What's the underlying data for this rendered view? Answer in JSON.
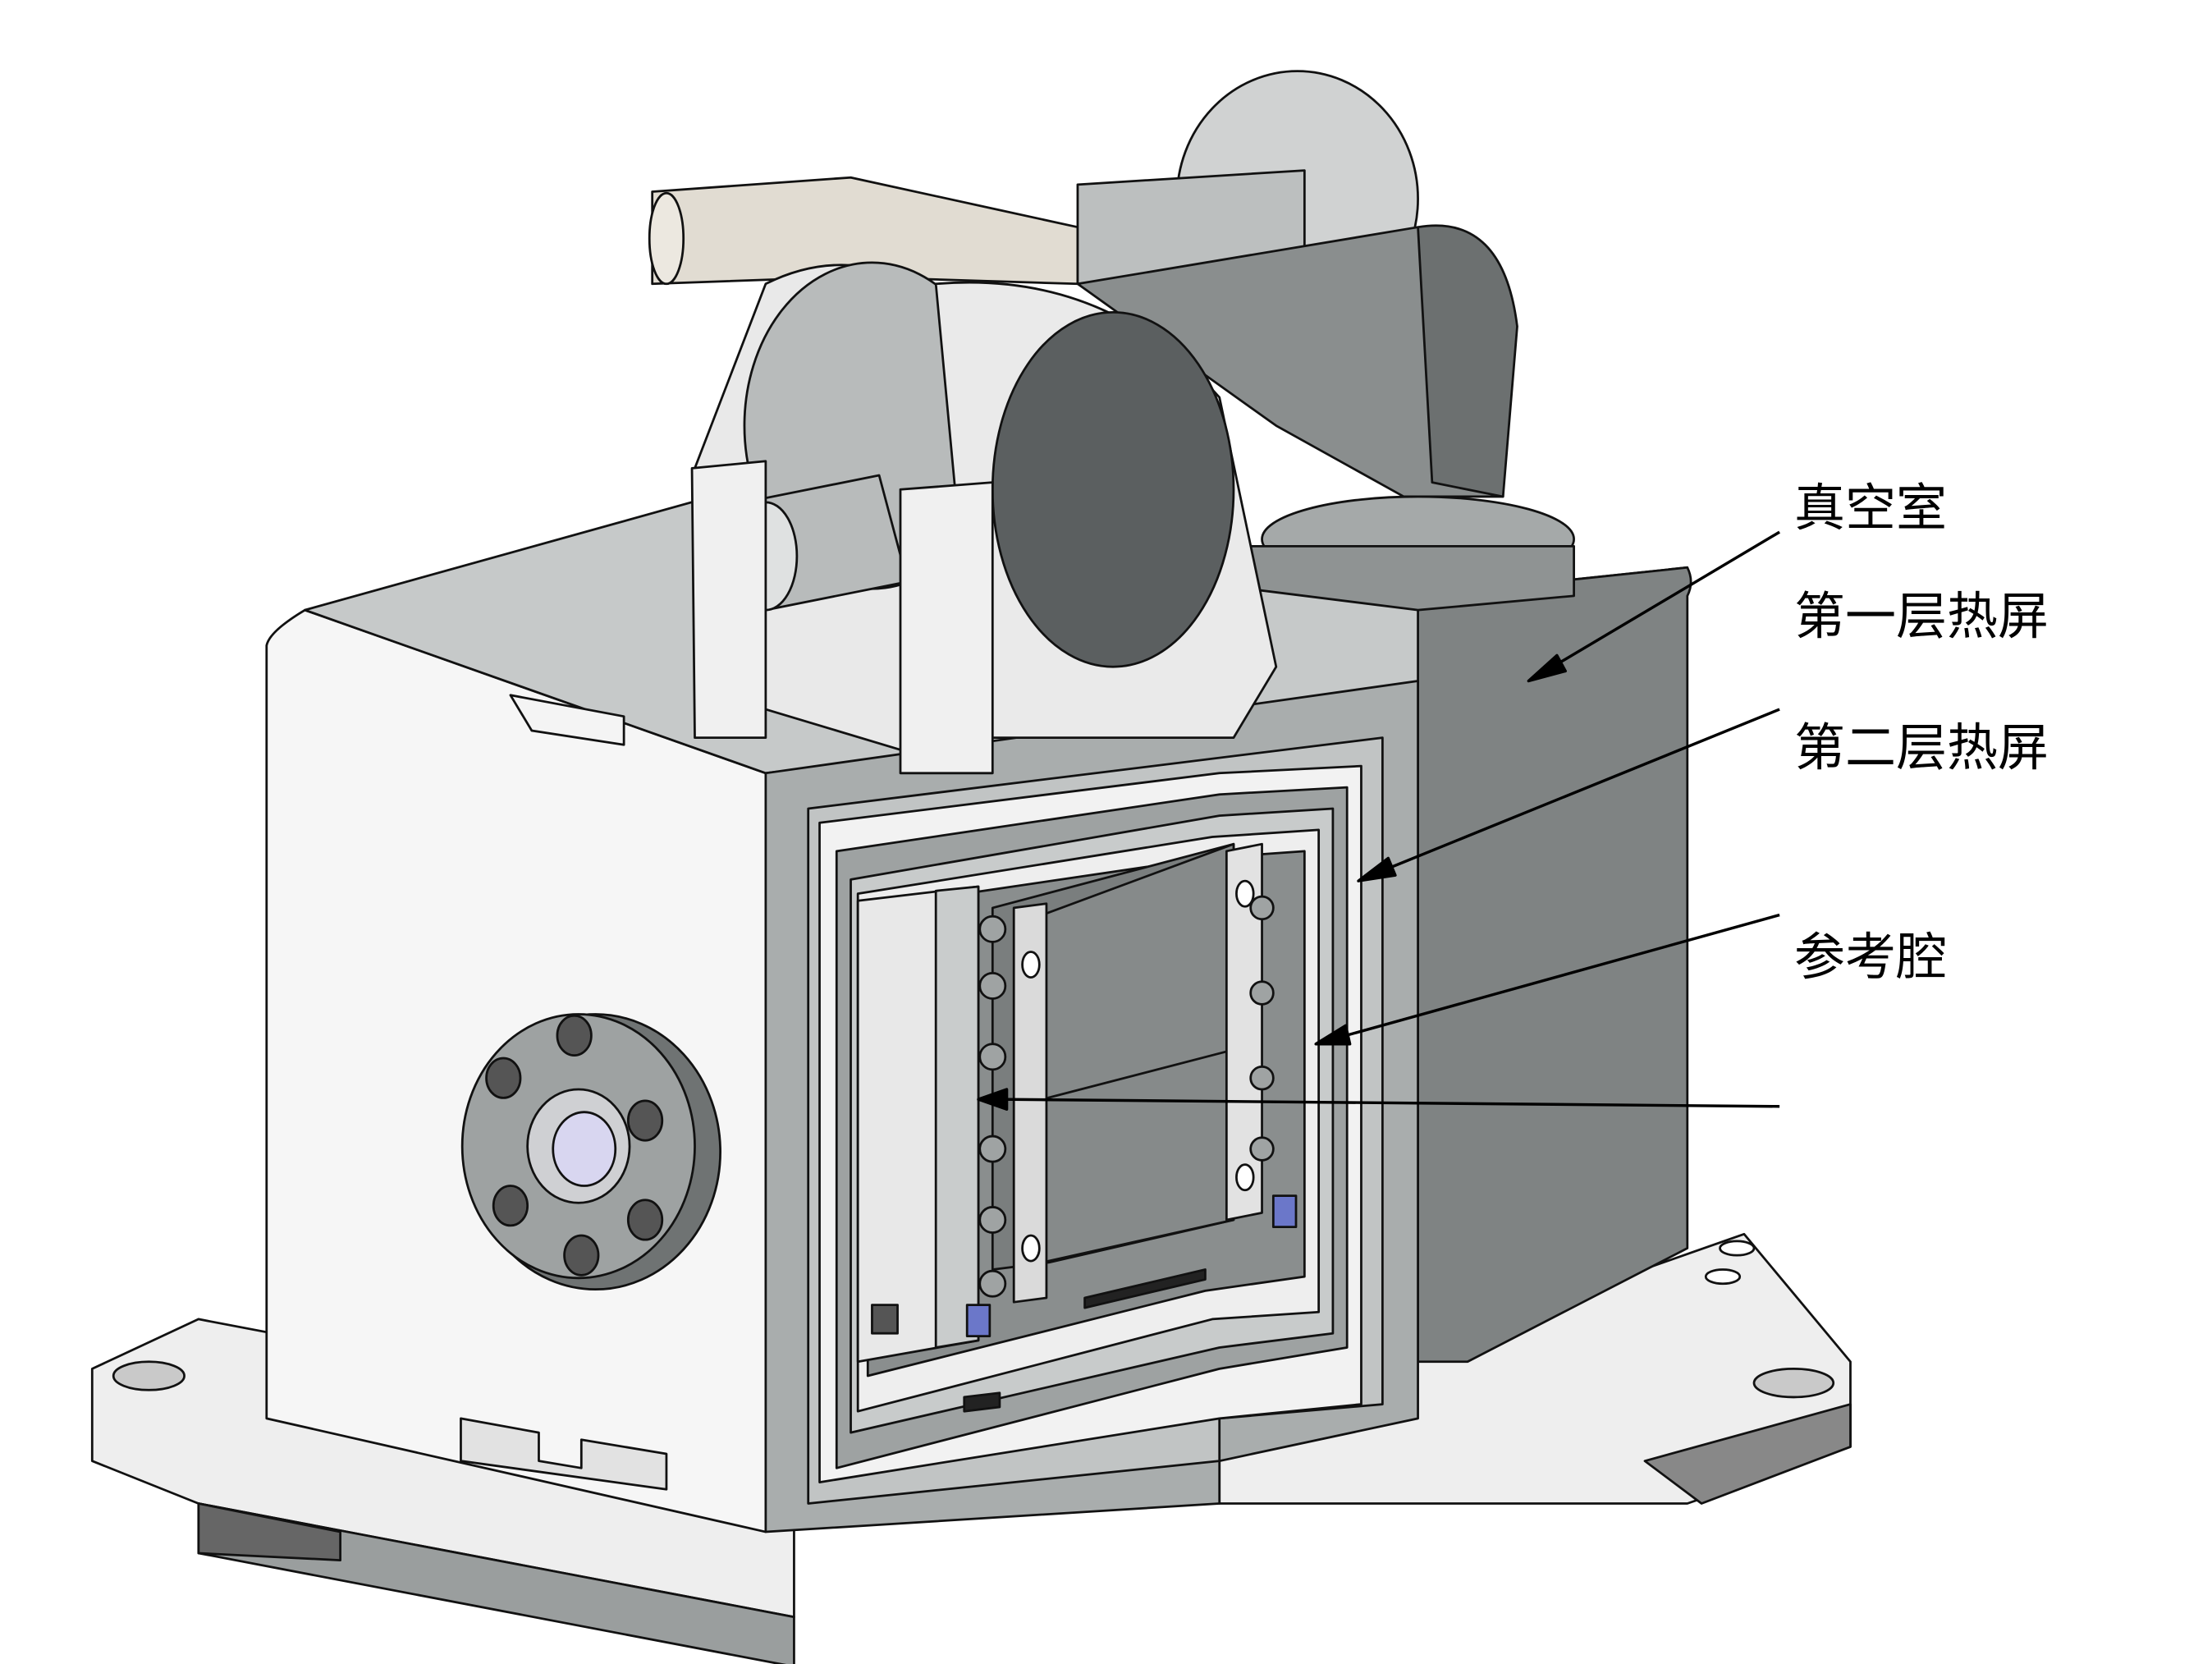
{
  "labels": {
    "vacuum_chamber": "真空室",
    "first_thermal_shield": "第一层热屏",
    "second_thermal_shield": "第二层热屏",
    "reference_cavity": "参考腔"
  },
  "colors": {
    "white_face": "#f4f4f4",
    "light_gray": "#bfc2c2",
    "mid_gray": "#a3a7a7",
    "dark_gray": "#7e8282",
    "darkest": "#55595a",
    "accent_blue": "#6b77c9"
  }
}
